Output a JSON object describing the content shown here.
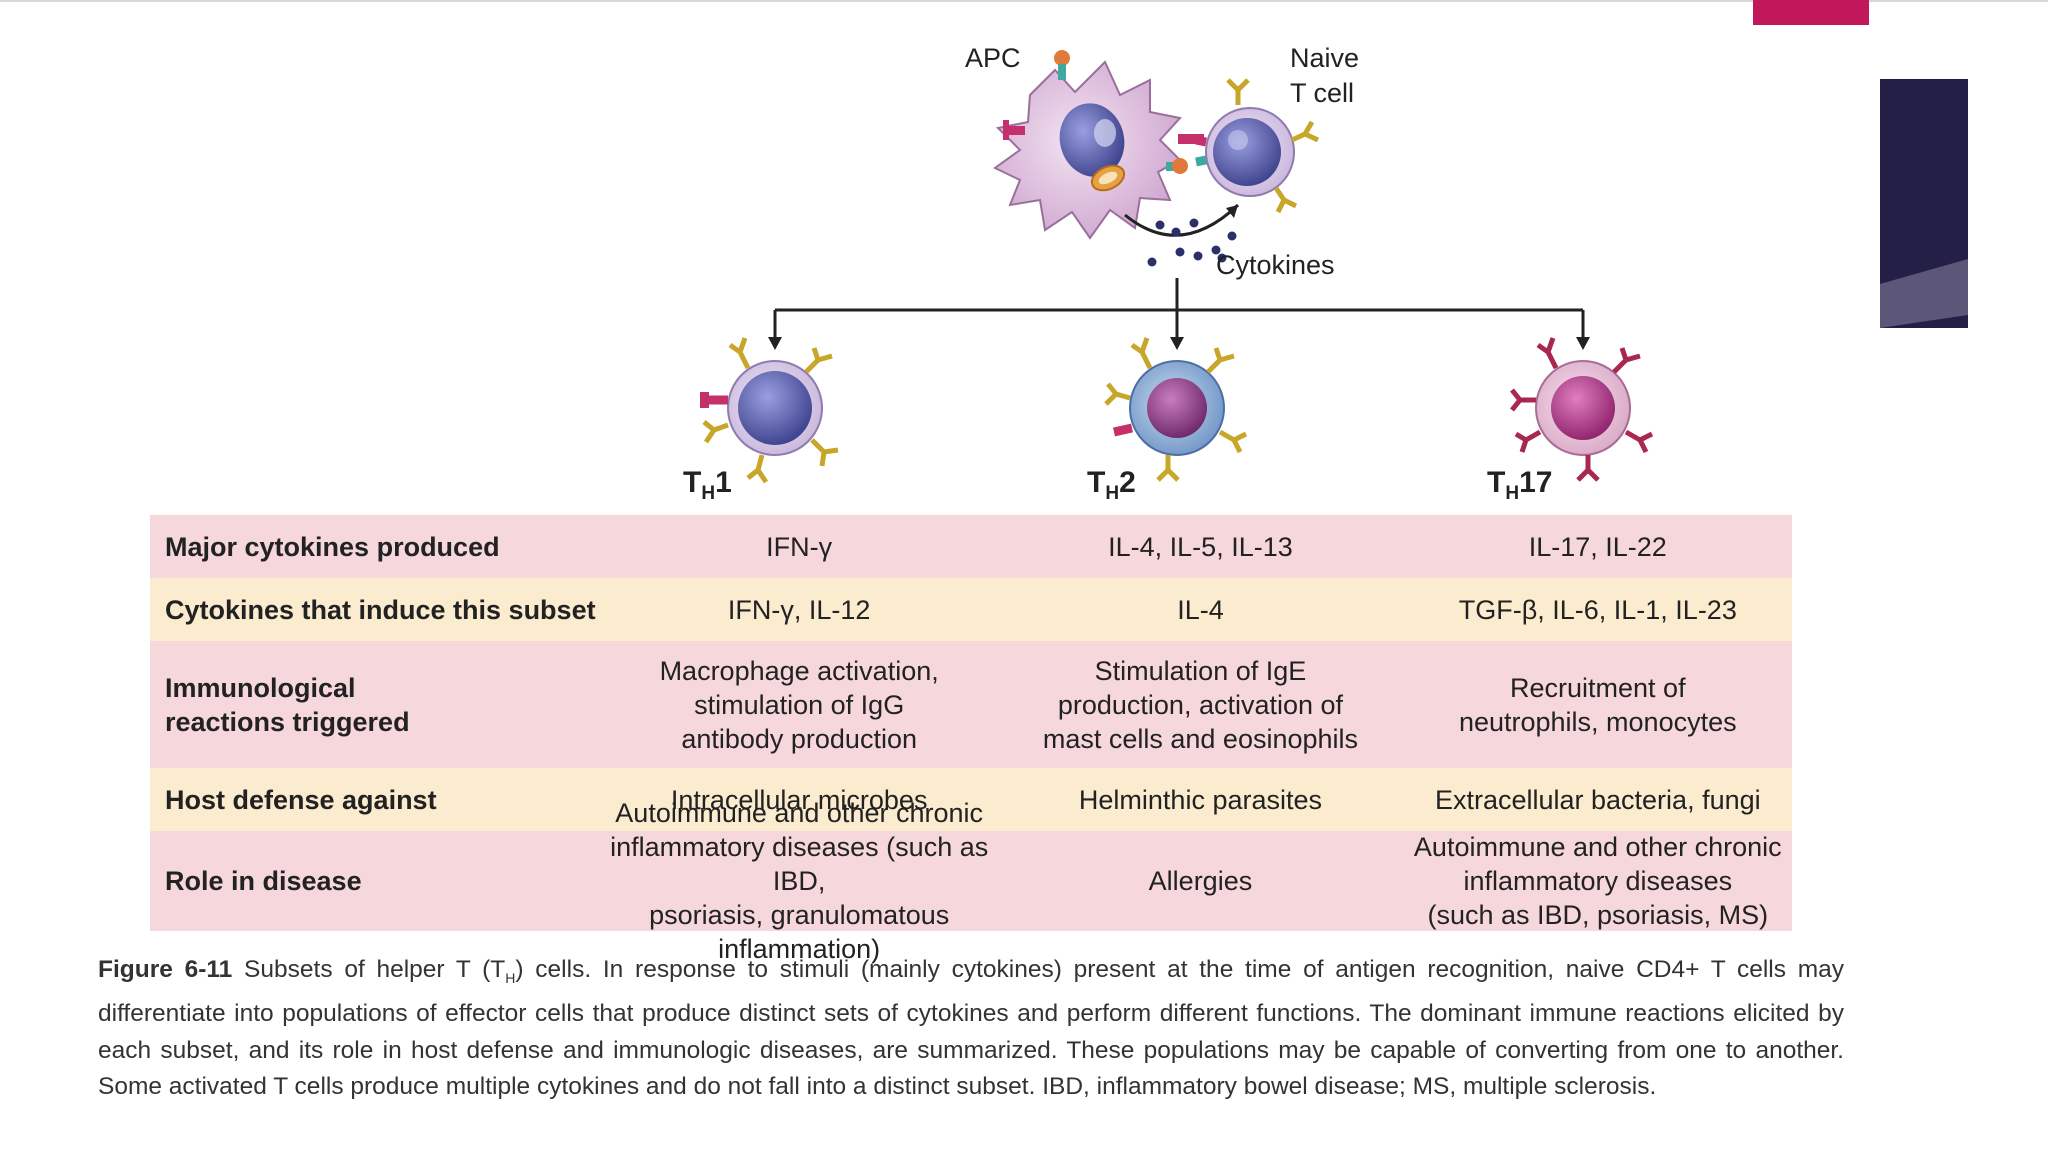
{
  "diagram": {
    "apc_label": "APC",
    "naive_label_line1": "Naive",
    "naive_label_line2": "T cell",
    "cytokines_label": "Cytokines",
    "subsets": [
      {
        "prefix": "T",
        "sub": "H",
        "suffix": "1"
      },
      {
        "prefix": "T",
        "sub": "H",
        "suffix": "2"
      },
      {
        "prefix": "T",
        "sub": "H",
        "suffix": "17"
      }
    ]
  },
  "table": {
    "rows": [
      {
        "style": "pink",
        "header": "Major cytokines produced",
        "th1": "IFN-γ",
        "th2": "IL-4, IL-5, IL-13",
        "th17": "IL-17, IL-22"
      },
      {
        "style": "cream",
        "header": "Cytokines that induce this subset",
        "th1": "IFN-γ, IL-12",
        "th2": "IL-4",
        "th17": "TGF-β, IL-6, IL-1, IL-23"
      },
      {
        "style": "pink",
        "header": "Immunological\nreactions triggered",
        "th1": "Macrophage activation,\nstimulation of IgG\nantibody production",
        "th2": "Stimulation of IgE\nproduction, activation of\nmast cells and eosinophils",
        "th17": "Recruitment of\nneutrophils, monocytes"
      },
      {
        "style": "cream",
        "header": "Host defense against",
        "th1": "Intracellular microbes",
        "th2": "Helminthic parasites",
        "th17": "Extracellular bacteria, fungi"
      },
      {
        "style": "pink",
        "header": "Role in disease",
        "th1": "Autoimmune and other chronic\ninflammatory diseases (such as IBD,\npsoriasis, granulomatous inflammation)",
        "th2": "Allergies",
        "th17": "Autoimmune and other chronic\ninflammatory diseases\n(such as IBD, psoriasis, MS)"
      }
    ]
  },
  "caption": {
    "figure_label": "Figure 6-11",
    "text_before_sub": "Subsets of helper T (T",
    "sub": "H",
    "text_after_sub": ") cells. In response to stimuli (mainly cytokines) present at the time of antigen recognition, naive CD4+ T cells may differentiate into populations of effector cells that produce distinct sets of cytokines and perform different functions. The dominant immune reactions elicited by each subset, and its role in host defense and immunologic diseases, are summarized. These populations may be capable of converting from one to another. Some activated T cells produce multiple cytokines and do not fall into a distinct subset. IBD, inflammatory bowel disease; MS, multiple sclerosis."
  },
  "colors": {
    "accent": "#c2185b",
    "side_panel": "#241f47",
    "row_pink": "#f6d7dc",
    "row_cream": "#fbecd0"
  }
}
